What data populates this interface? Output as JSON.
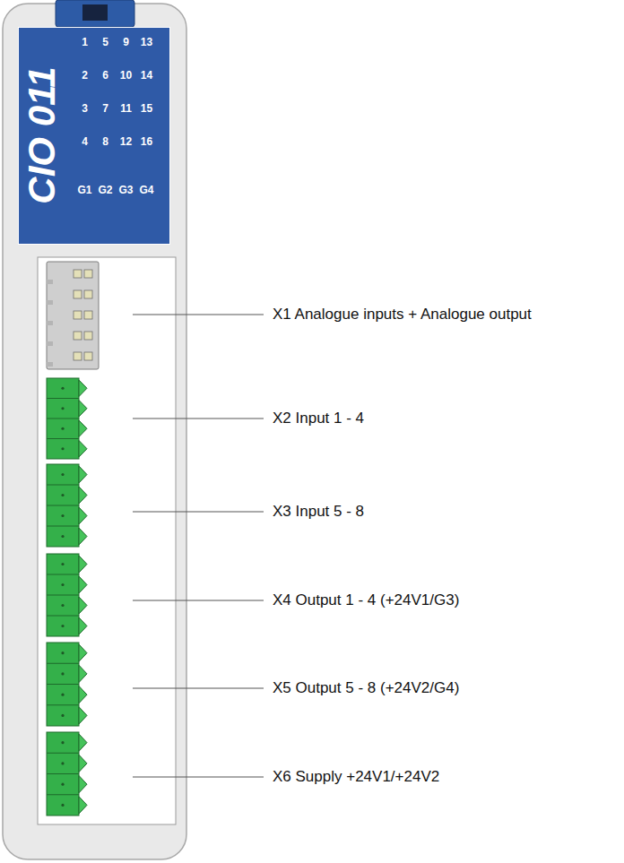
{
  "diagram": {
    "nodes": [
      {
        "text": [
          "CIO 011"
        ]
      }
    ],
    "labels": [
      "1",
      "5",
      "9",
      "13",
      "2",
      "6",
      "10",
      "14",
      "3",
      "7",
      "11",
      "15",
      "4",
      "8",
      "12",
      "16",
      "G1",
      "G2",
      "G3",
      "G4",
      "X1 Analogue inputs + Analogue output",
      "X2 Input 1 - 4",
      "X3 Input 5 - 8",
      "X4 Output 1 - 4 (+24V1/G3)",
      "X5 Output 5 - 8 (+24V2/G4)",
      "X6 Supply +24V1/+24V2"
    ]
  }
}
